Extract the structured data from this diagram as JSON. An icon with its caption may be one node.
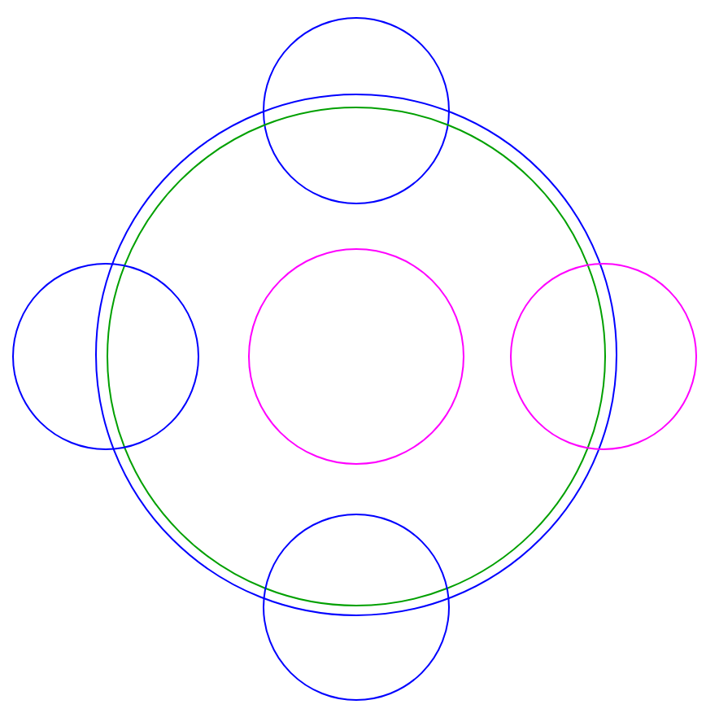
{
  "diagram": {
    "nodes": [
      {
        "text": [],
        "shape": "circle"
      },
      {
        "text": [],
        "shape": "circle"
      },
      {
        "text": [],
        "shape": "circle",
        "in": 1
      },
      {
        "text": [],
        "shape": "circle"
      },
      {
        "text": [],
        "shape": "circle",
        "in": 2
      },
      {
        "text": [],
        "shape": "circle"
      },
      {
        "text": [],
        "shape": "circle"
      }
    ]
  }
}
